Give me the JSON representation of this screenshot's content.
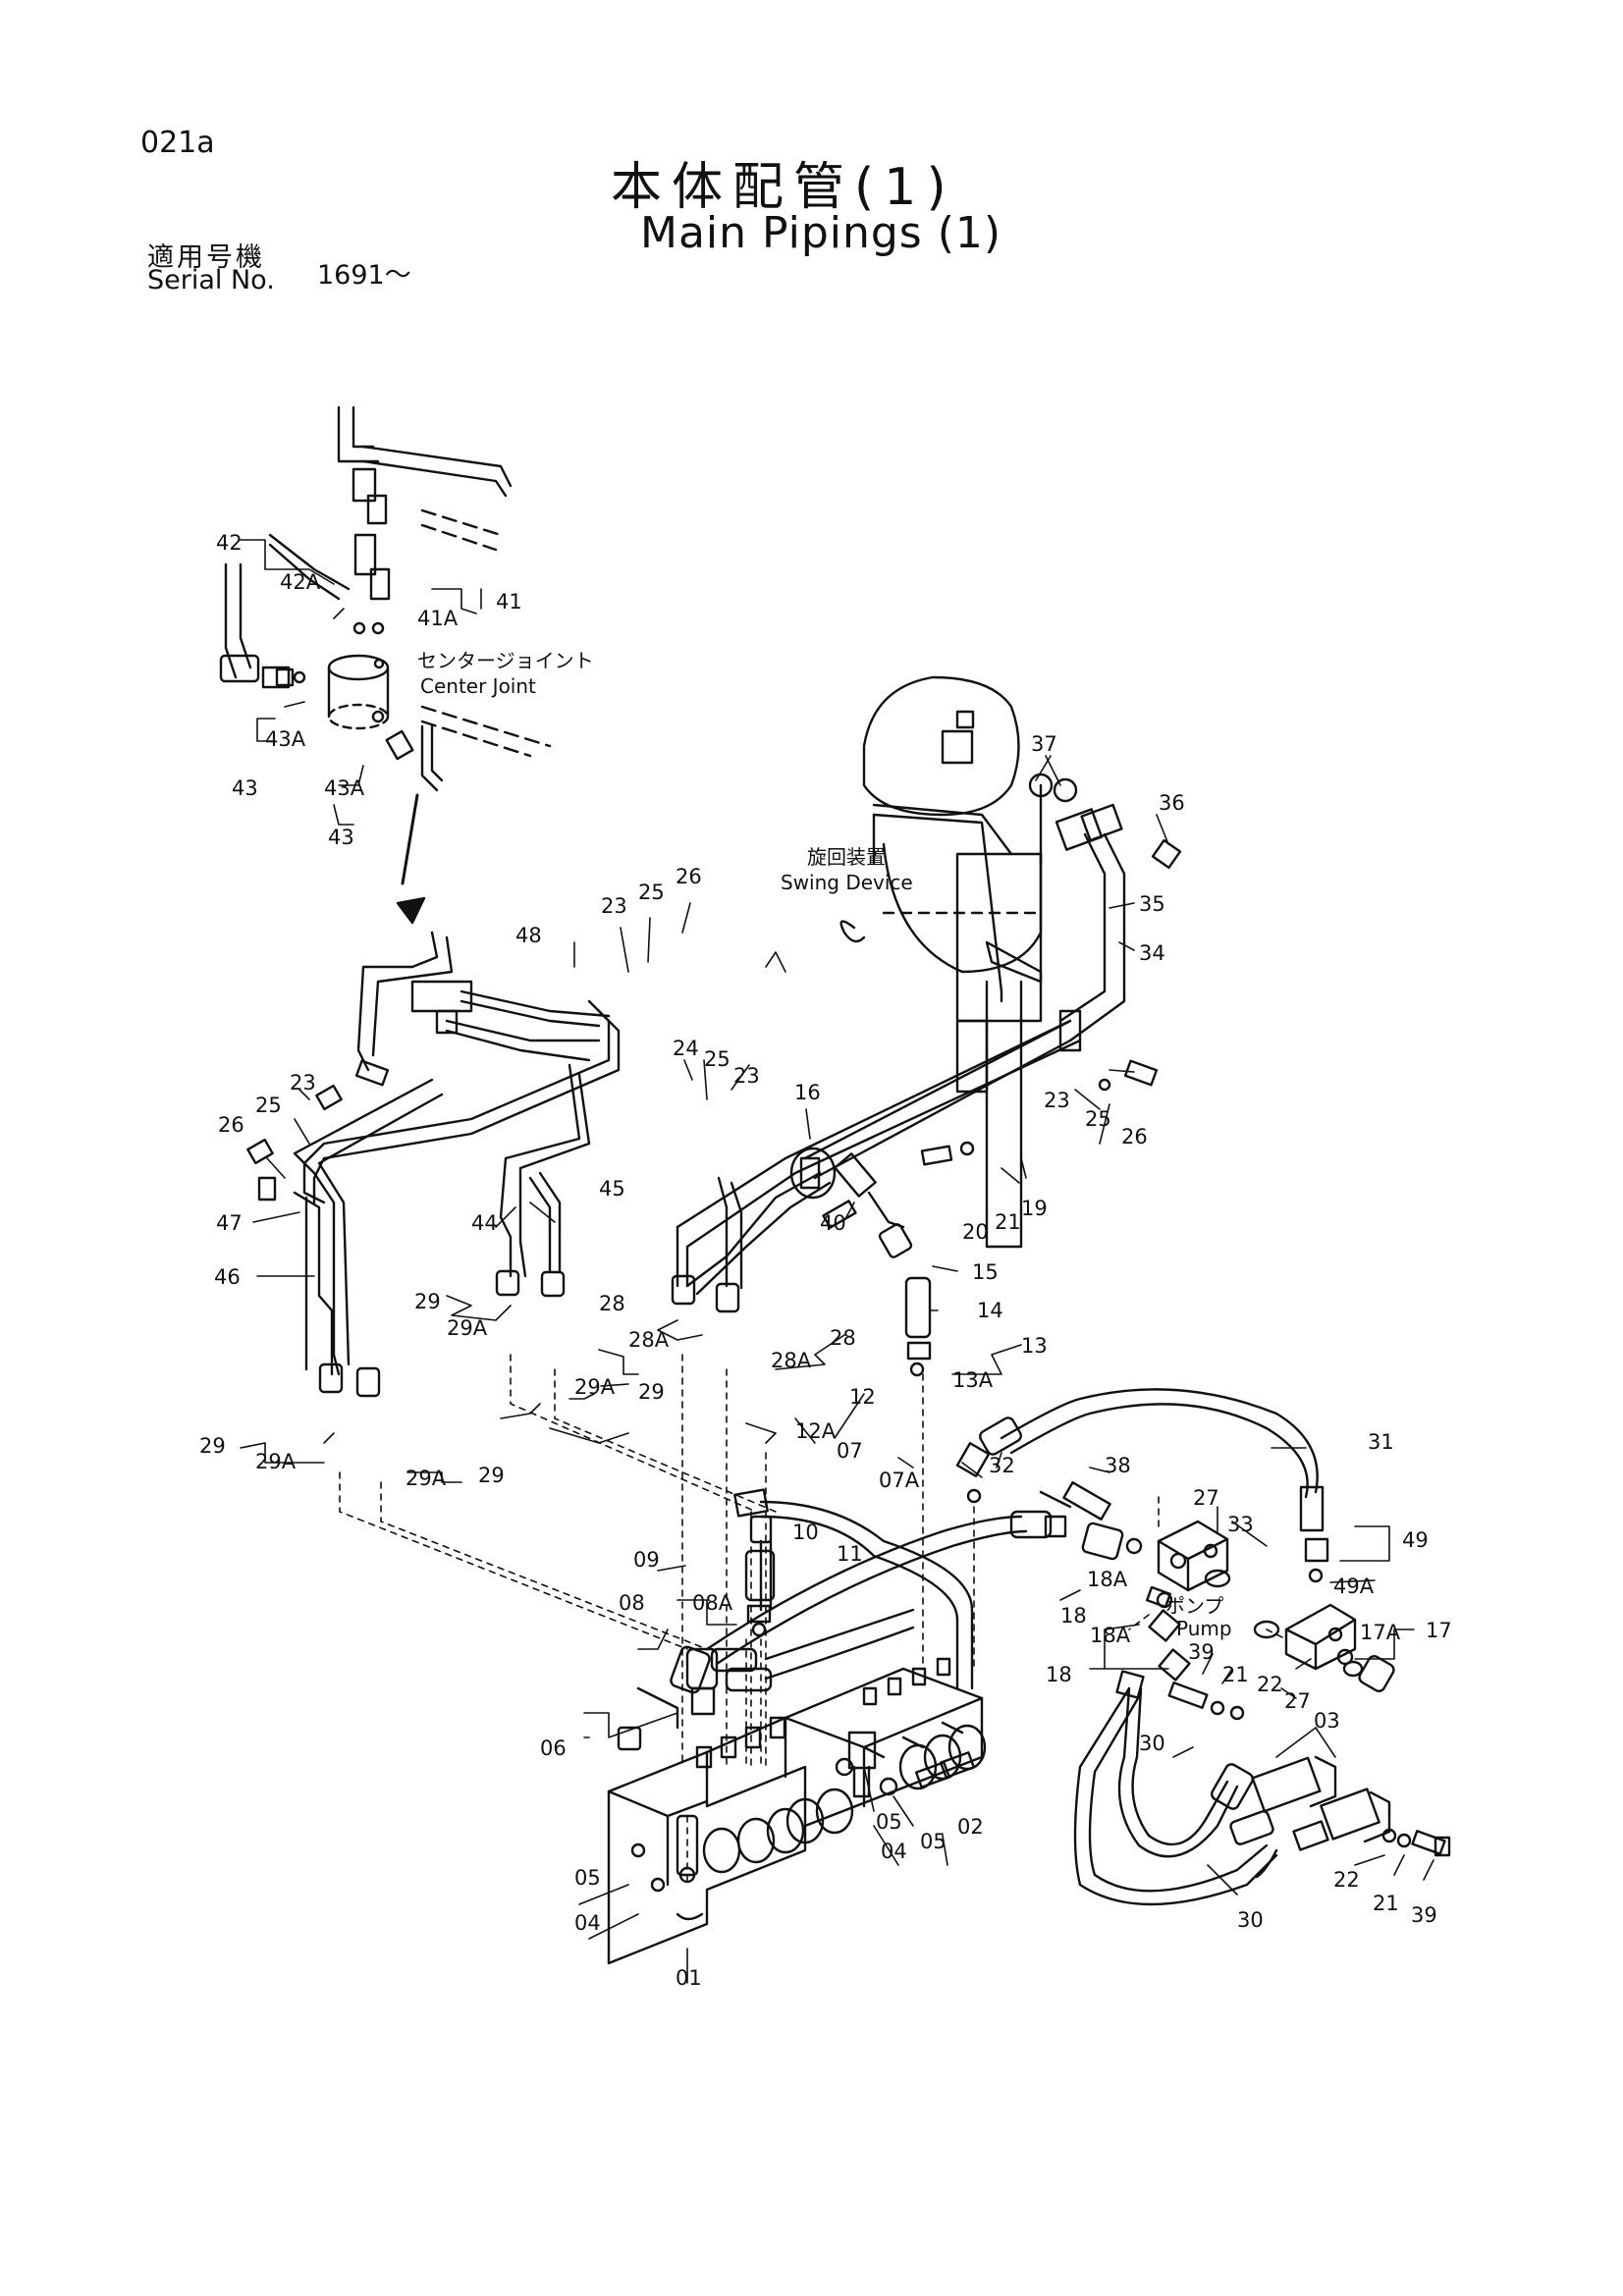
{
  "header": {
    "page_code": "021a",
    "title_jp": "本体配管(1)",
    "title_en": "Main Pipings (1)",
    "serial_label_jp": "適用号機",
    "serial_label_en": "Serial No.",
    "serial_value": "1691～"
  },
  "annotations": {
    "center_joint_jp": "センタージョイント",
    "center_joint_en": "Center Joint",
    "swing_device_jp": "旋回装置",
    "swing_device_en": "Swing Device",
    "pump_jp": "ポンプ",
    "pump_en": "Pump"
  },
  "part_labels": [
    "42",
    "42A",
    "41",
    "41A",
    "43",
    "43A",
    "43",
    "43A",
    "37",
    "36",
    "35",
    "34",
    "23",
    "25",
    "26",
    "48",
    "24",
    "25",
    "23",
    "16",
    "23",
    "25",
    "26",
    "20",
    "21",
    "19",
    "23",
    "25",
    "26",
    "47",
    "46",
    "44",
    "45",
    "40",
    "15",
    "14",
    "29",
    "29A",
    "28",
    "28A",
    "28",
    "28A",
    "13",
    "13A",
    "29A",
    "29",
    "12",
    "12A",
    "31",
    "29",
    "29A",
    "29A",
    "29",
    "07",
    "07A",
    "32",
    "38",
    "27",
    "33",
    "10",
    "11",
    "09",
    "08",
    "08A",
    "49",
    "49A",
    "18A",
    "18",
    "18A",
    "18",
    "17A",
    "17",
    "39",
    "21",
    "22",
    "27",
    "03",
    "06",
    "30",
    "30",
    "22",
    "21",
    "39",
    "05",
    "04",
    "05",
    "02",
    "04",
    "05",
    "01"
  ],
  "diagram_colors": {
    "ink": "#111111",
    "paper": "#ffffff"
  }
}
